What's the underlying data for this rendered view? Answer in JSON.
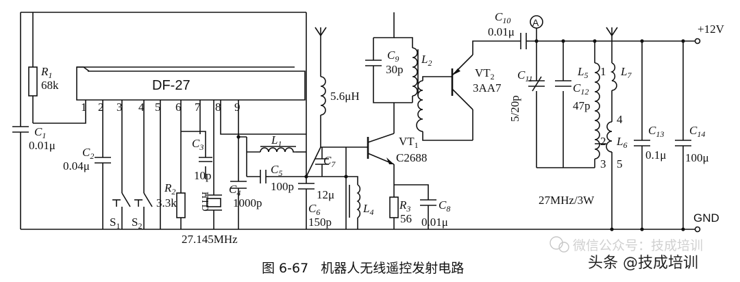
{
  "ic": {
    "name": "DF-27",
    "pins": [
      "1",
      "2",
      "3",
      "4",
      "5",
      "6",
      "7",
      "8",
      "9"
    ]
  },
  "components": {
    "R1": {
      "ref": "R",
      "sub": "1",
      "value": "68k"
    },
    "C1": {
      "ref": "C",
      "sub": "1",
      "value": "0.01μ"
    },
    "C2": {
      "ref": "C",
      "sub": "2",
      "value": "0.04μ"
    },
    "C3": {
      "ref": "C",
      "sub": "3",
      "value": "10p"
    },
    "R2": {
      "ref": "R",
      "sub": "2",
      "value": "3.3k"
    },
    "HTD": {
      "ref": "HTD"
    },
    "C4": {
      "ref": "C",
      "sub": "4",
      "value": "1000p"
    },
    "C5": {
      "ref": "C",
      "sub": "5",
      "value": "100p"
    },
    "L1": {
      "ref": "L",
      "sub": "1"
    },
    "S1": {
      "ref": "S",
      "sub": "1"
    },
    "S2": {
      "ref": "S",
      "sub": "2"
    },
    "L_ant": {
      "value": "5.6μH"
    },
    "C7": {
      "ref": "C",
      "sub": "7",
      "value": "12μ"
    },
    "C6": {
      "ref": "C",
      "sub": "6",
      "value": "150p"
    },
    "L4": {
      "ref": "L",
      "sub": "4"
    },
    "C9": {
      "ref": "C",
      "sub": "9",
      "value": "30p"
    },
    "L2": {
      "ref": "L",
      "sub": "2"
    },
    "VT1": {
      "ref": "VT",
      "sub": "1",
      "value": "C2688"
    },
    "R3": {
      "ref": "R",
      "sub": "3",
      "value": "56"
    },
    "C8": {
      "ref": "C",
      "sub": "8",
      "value": "0.01μ"
    },
    "VT2": {
      "ref": "VT",
      "sub": "2",
      "value": "3AA7"
    },
    "C10": {
      "ref": "C",
      "sub": "10",
      "value": "0.01μ"
    },
    "C11": {
      "ref": "C",
      "sub": "11",
      "value": "5/20p"
    },
    "C12": {
      "ref": "C",
      "sub": "12",
      "value": "47p"
    },
    "L5": {
      "ref": "L",
      "sub": "5"
    },
    "L6": {
      "ref": "L",
      "sub": "6"
    },
    "L7": {
      "ref": "L",
      "sub": "7"
    },
    "C13": {
      "ref": "C",
      "sub": "13",
      "value": "0.1μ"
    },
    "C14": {
      "ref": "C",
      "sub": "14",
      "value": "100μ"
    },
    "ammeter": {
      "symbol": "A"
    }
  },
  "taps": {
    "t1": "1",
    "t2": "2",
    "t3": "3",
    "t4": "4",
    "t5": "5"
  },
  "supply": {
    "vcc": "+12V",
    "gnd": "GND"
  },
  "notes": {
    "crystal_freq": "27.145MHz",
    "output": "27MHz/3W"
  },
  "caption": "图 6-67   机器人无线遥控发射电路",
  "watermark": {
    "wechat": "微信公众号：技成培训",
    "toutiao": "头条 @技成培训"
  }
}
